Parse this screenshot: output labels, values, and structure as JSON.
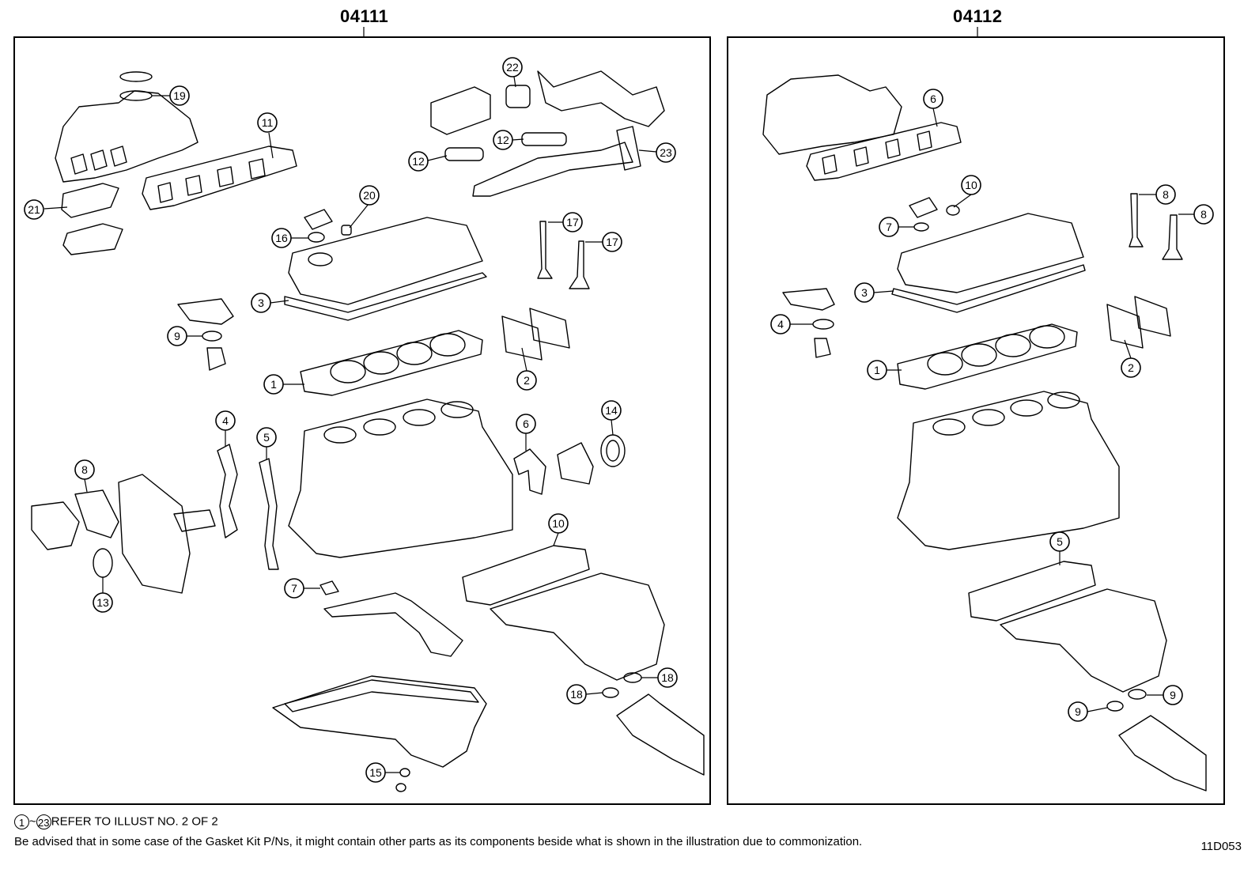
{
  "panels": [
    {
      "label": "04111"
    },
    {
      "label": "04112"
    }
  ],
  "left_callouts": [
    "19",
    "11",
    "21",
    "22",
    "12",
    "12",
    "23",
    "20",
    "16",
    "17",
    "17",
    "3",
    "9",
    "1",
    "2",
    "4",
    "5",
    "6",
    "14",
    "8",
    "13",
    "10",
    "7",
    "18",
    "18",
    "15"
  ],
  "right_callouts": [
    "6",
    "10",
    "7",
    "8",
    "8",
    "3",
    "4",
    "1",
    "2",
    "5",
    "9",
    "9"
  ],
  "footer": {
    "range_start": "1",
    "range_tilde": "~",
    "range_end": "23",
    "refer_text": "REFER TO ILLUST NO. 2 OF 2",
    "advisory": "Be advised that in some case of the Gasket Kit P/Ns,  it might contain other parts as its components beside what is shown in the illustration due to commonization.",
    "code": "11D053"
  }
}
